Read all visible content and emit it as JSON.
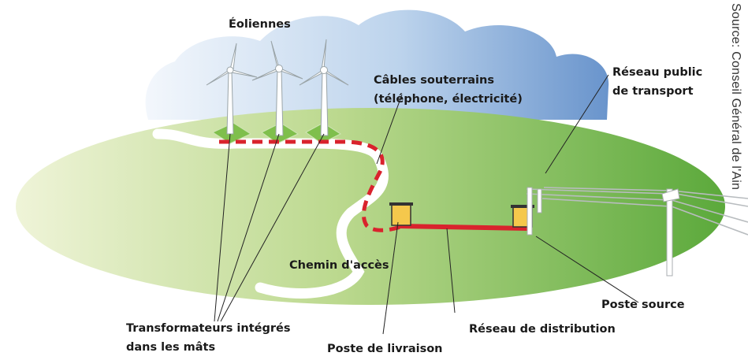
{
  "labels": {
    "eoliennes": "Éoliennes",
    "cables_line1": "Câbles souterrains",
    "cables_line2": "(téléphone, électricité)",
    "reseau_public_line1": "Réseau public",
    "reseau_public_line2": "de transport",
    "chemin": "Chemin d'accès",
    "poste_source": "Poste source",
    "transformateurs_line1": "Transformateurs intégrés",
    "transformateurs_line2": "dans les mâts",
    "reseau_distribution": "Réseau de distribution",
    "poste_livraison": "Poste de livraison"
  },
  "source": "Source: Conseil Général de l'Ain",
  "colors": {
    "cable": "#d9232d",
    "sky_light": "#eef4fb",
    "sky_dark": "#6a98d0",
    "ground_light": "#eef3d6",
    "ground_dark": "#5aa838",
    "building": "#f5c84c"
  }
}
